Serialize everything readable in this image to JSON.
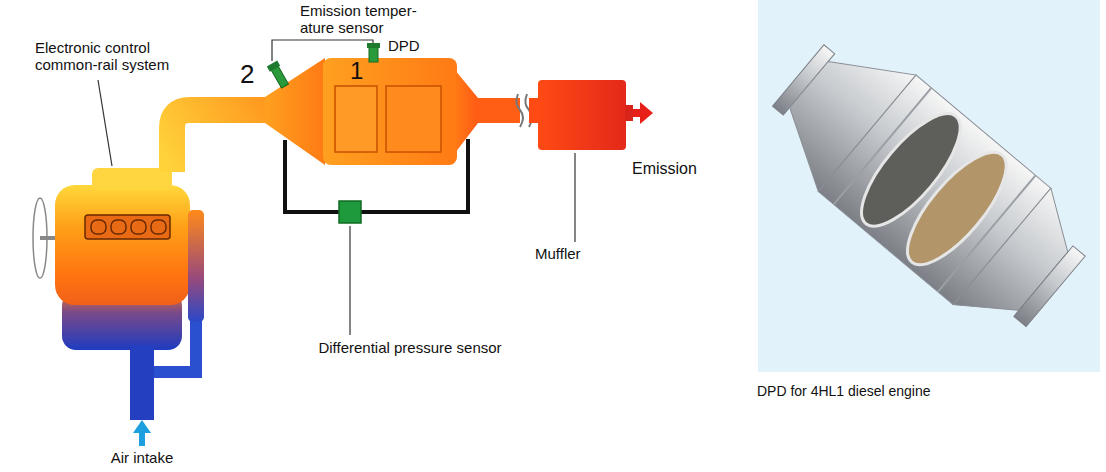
{
  "diagram": {
    "labels": [
      "Emission temper- ature sensor",
      "Electronic control common-rail system",
      "1",
      "2",
      "DPD",
      "Emission",
      "Muffler",
      "Differential pressure sensor",
      "Air intake",
      "DPD for 4HL1 diesel engine"
    ]
  }
}
